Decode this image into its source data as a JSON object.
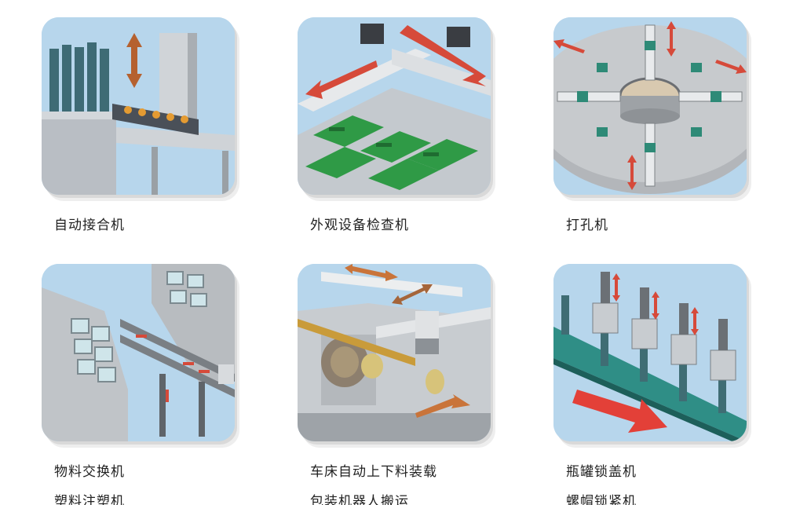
{
  "items": [
    {
      "label": "自动接合机"
    },
    {
      "label": "外观设备检查机"
    },
    {
      "label": "打孔机"
    },
    {
      "label": "物料交换机"
    },
    {
      "label": "车床自动上下料装载"
    },
    {
      "label": "瓶罐锁盖机"
    }
  ],
  "partial_labels": [
    "塑料注塑机",
    "包装机器人搬运",
    "螺帽锁紧机"
  ],
  "colors": {
    "card_bg": "#a9cde6",
    "arrow": "#d64a3a",
    "machine": "#c8cdd2",
    "pcb": "#2f9a46"
  }
}
